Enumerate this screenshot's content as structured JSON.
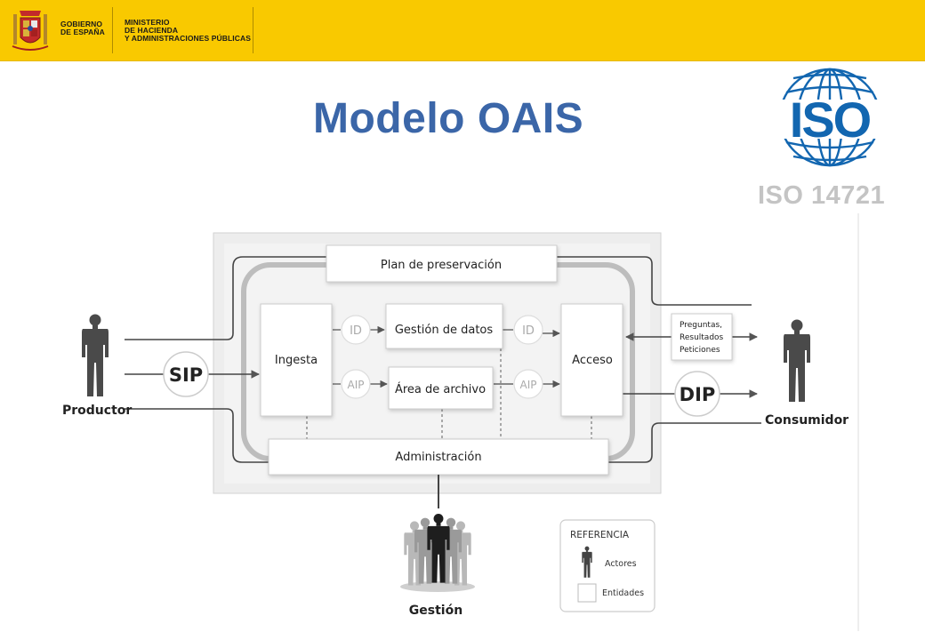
{
  "header": {
    "gov_line1": "GOBIERNO\nDE ESPAÑA",
    "gov_line2": "MINISTERIO\nDE HACIENDA\nY ADMINISTRACIONES PÚBLICAS"
  },
  "title": "Modelo OAIS",
  "iso": {
    "logo_text": "ISO",
    "standard": "ISO 14721"
  },
  "diagram": {
    "boxes": {
      "plan": "Plan de preservación",
      "ingesta": "Ingesta",
      "gestion_datos": "Gestión de datos",
      "area_archivo": "Área de archivo",
      "acceso": "Acceso",
      "administracion": "Administración"
    },
    "packages": {
      "sip": "SIP",
      "dip": "DIP",
      "id": "ID",
      "aip": "AIP"
    },
    "queries": [
      "Preguntas,",
      "Resultados",
      "Peticiones"
    ],
    "actors": {
      "productor": "Productor",
      "consumidor": "Consumidor",
      "gestion": "Gestión"
    },
    "legend": {
      "title": "REFERENCIA",
      "actors": "Actores",
      "entities": "Entidades"
    }
  },
  "colors": {
    "banner": "#f9c900",
    "title": "#3b66a8",
    "iso_blue": "#1266b0",
    "iso_gray": "#c4c4c4"
  }
}
